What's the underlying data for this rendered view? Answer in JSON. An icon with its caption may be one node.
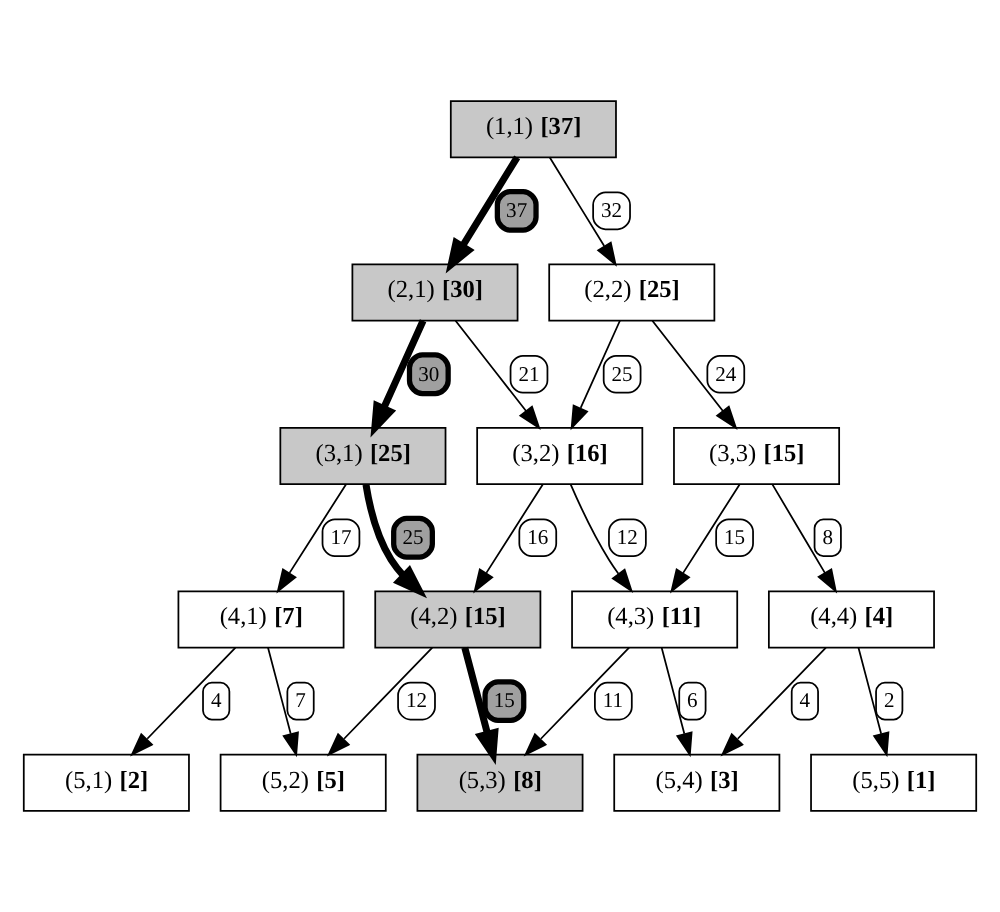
{
  "diagram": {
    "nodes": [
      {
        "text": [
          "(1,1) **[37]**"
        ]
      },
      {
        "text": [
          "(2,1) **[30]**"
        ]
      },
      {
        "text": [
          "(2,2) **[25]**"
        ]
      },
      {
        "text": [
          "(3,1) **[25]**"
        ]
      },
      {
        "text": [
          "(3,2) **[16]**"
        ]
      },
      {
        "text": [
          "(3,3) **[15]**"
        ]
      },
      {
        "text": [
          "(4,1) **[7]**"
        ]
      },
      {
        "text": [
          "(4,2) **[15]**"
        ]
      },
      {
        "text": [
          "(4,3) **[11]**"
        ]
      },
      {
        "text": [
          "(4,4) **[4]**"
        ]
      },
      {
        "text": [
          "(5,1) **[2]**"
        ]
      },
      {
        "text": [
          "(5,2) **[5]**"
        ]
      },
      {
        "text": [
          "(5,3) **[8]**"
        ]
      },
      {
        "text": [
          "(5,4) **[3]**"
        ]
      },
      {
        "text": [
          "(5,5) **[1]**"
        ]
      }
    ],
    "edges": [
      {
        "from": 0,
        "to": 1,
        "arrow": "to",
        "label": "37",
        "style": "thick"
      },
      {
        "from": 0,
        "to": 2,
        "arrow": "to",
        "label": "32"
      },
      {
        "from": 1,
        "to": 3,
        "arrow": "to",
        "label": "30",
        "style": "thick"
      },
      {
        "from": 1,
        "to": 4,
        "arrow": "to",
        "label": "21"
      },
      {
        "from": 2,
        "to": 4,
        "arrow": "to",
        "label": "25"
      },
      {
        "from": 2,
        "to": 5,
        "arrow": "to",
        "label": "24"
      },
      {
        "from": 3,
        "to": 6,
        "arrow": "to",
        "label": "17"
      },
      {
        "from": 3,
        "to": 7,
        "arrow": "to",
        "label": "25",
        "style": "thick"
      },
      {
        "from": 4,
        "to": 7,
        "arrow": "to",
        "label": "16"
      },
      {
        "from": 4,
        "to": 8,
        "arrow": "to",
        "label": "12"
      },
      {
        "from": 5,
        "to": 8,
        "arrow": "to",
        "label": "15"
      },
      {
        "from": 5,
        "to": 9,
        "arrow": "to",
        "label": "8"
      },
      {
        "from": 6,
        "to": 10,
        "arrow": "to",
        "label": "4"
      },
      {
        "from": 6,
        "to": 11,
        "arrow": "to",
        "label": "7"
      },
      {
        "from": 7,
        "to": 11,
        "arrow": "to",
        "label": "12"
      },
      {
        "from": 7,
        "to": 12,
        "arrow": "to",
        "label": "15",
        "style": "thick"
      },
      {
        "from": 8,
        "to": 12,
        "arrow": "to",
        "label": "11"
      },
      {
        "from": 8,
        "to": 13,
        "arrow": "to",
        "label": "6"
      },
      {
        "from": 9,
        "to": 13,
        "arrow": "to",
        "label": "4"
      },
      {
        "from": 9,
        "to": 14,
        "arrow": "to",
        "label": "2"
      }
    ]
  }
}
